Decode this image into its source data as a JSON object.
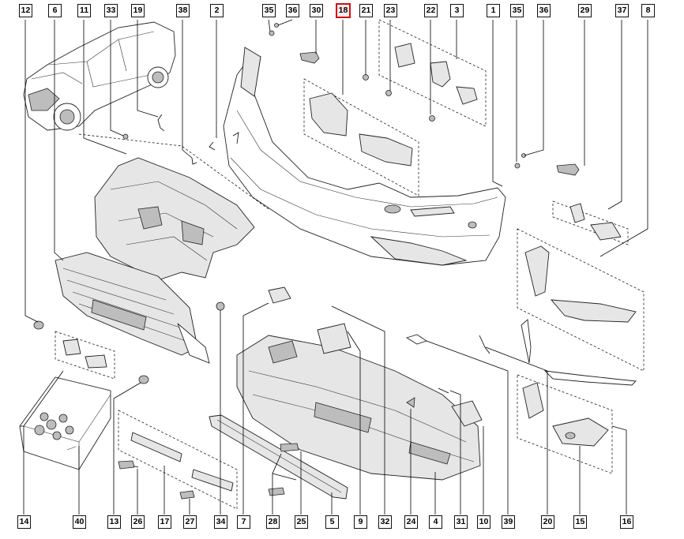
{
  "diagram": {
    "title": "",
    "callouts": [
      {
        "key": "c12",
        "label": "12"
      },
      {
        "key": "c6",
        "label": "6"
      },
      {
        "key": "c11",
        "label": "11"
      },
      {
        "key": "c33",
        "label": "33"
      },
      {
        "key": "c19",
        "label": "19"
      },
      {
        "key": "c38",
        "label": "38"
      },
      {
        "key": "c2",
        "label": "2"
      },
      {
        "key": "c35a",
        "label": "35"
      },
      {
        "key": "c36a",
        "label": "36"
      },
      {
        "key": "c30",
        "label": "30"
      },
      {
        "key": "c18",
        "label": "18",
        "highlighted": true
      },
      {
        "key": "c21",
        "label": "21"
      },
      {
        "key": "c23",
        "label": "23"
      },
      {
        "key": "c22",
        "label": "22"
      },
      {
        "key": "c3",
        "label": "3"
      },
      {
        "key": "c1",
        "label": "1"
      },
      {
        "key": "c35b",
        "label": "35"
      },
      {
        "key": "c36b",
        "label": "36"
      },
      {
        "key": "c29",
        "label": "29"
      },
      {
        "key": "c37",
        "label": "37"
      },
      {
        "key": "c8",
        "label": "8"
      },
      {
        "key": "c14",
        "label": "14"
      },
      {
        "key": "c40",
        "label": "40"
      },
      {
        "key": "c13",
        "label": "13"
      },
      {
        "key": "c26",
        "label": "26"
      },
      {
        "key": "c17",
        "label": "17"
      },
      {
        "key": "c27",
        "label": "27"
      },
      {
        "key": "c34",
        "label": "34"
      },
      {
        "key": "c7",
        "label": "7"
      },
      {
        "key": "c28",
        "label": "28"
      },
      {
        "key": "c25",
        "label": "25"
      },
      {
        "key": "c5",
        "label": "5"
      },
      {
        "key": "c9",
        "label": "9"
      },
      {
        "key": "c32",
        "label": "32"
      },
      {
        "key": "c24",
        "label": "24"
      },
      {
        "key": "c4",
        "label": "4"
      },
      {
        "key": "c31",
        "label": "31"
      },
      {
        "key": "c10",
        "label": "10"
      },
      {
        "key": "c39",
        "label": "39"
      },
      {
        "key": "c20",
        "label": "20"
      },
      {
        "key": "c15",
        "label": "15"
      },
      {
        "key": "c16",
        "label": "16"
      }
    ],
    "highlight_color": "#d01010"
  }
}
